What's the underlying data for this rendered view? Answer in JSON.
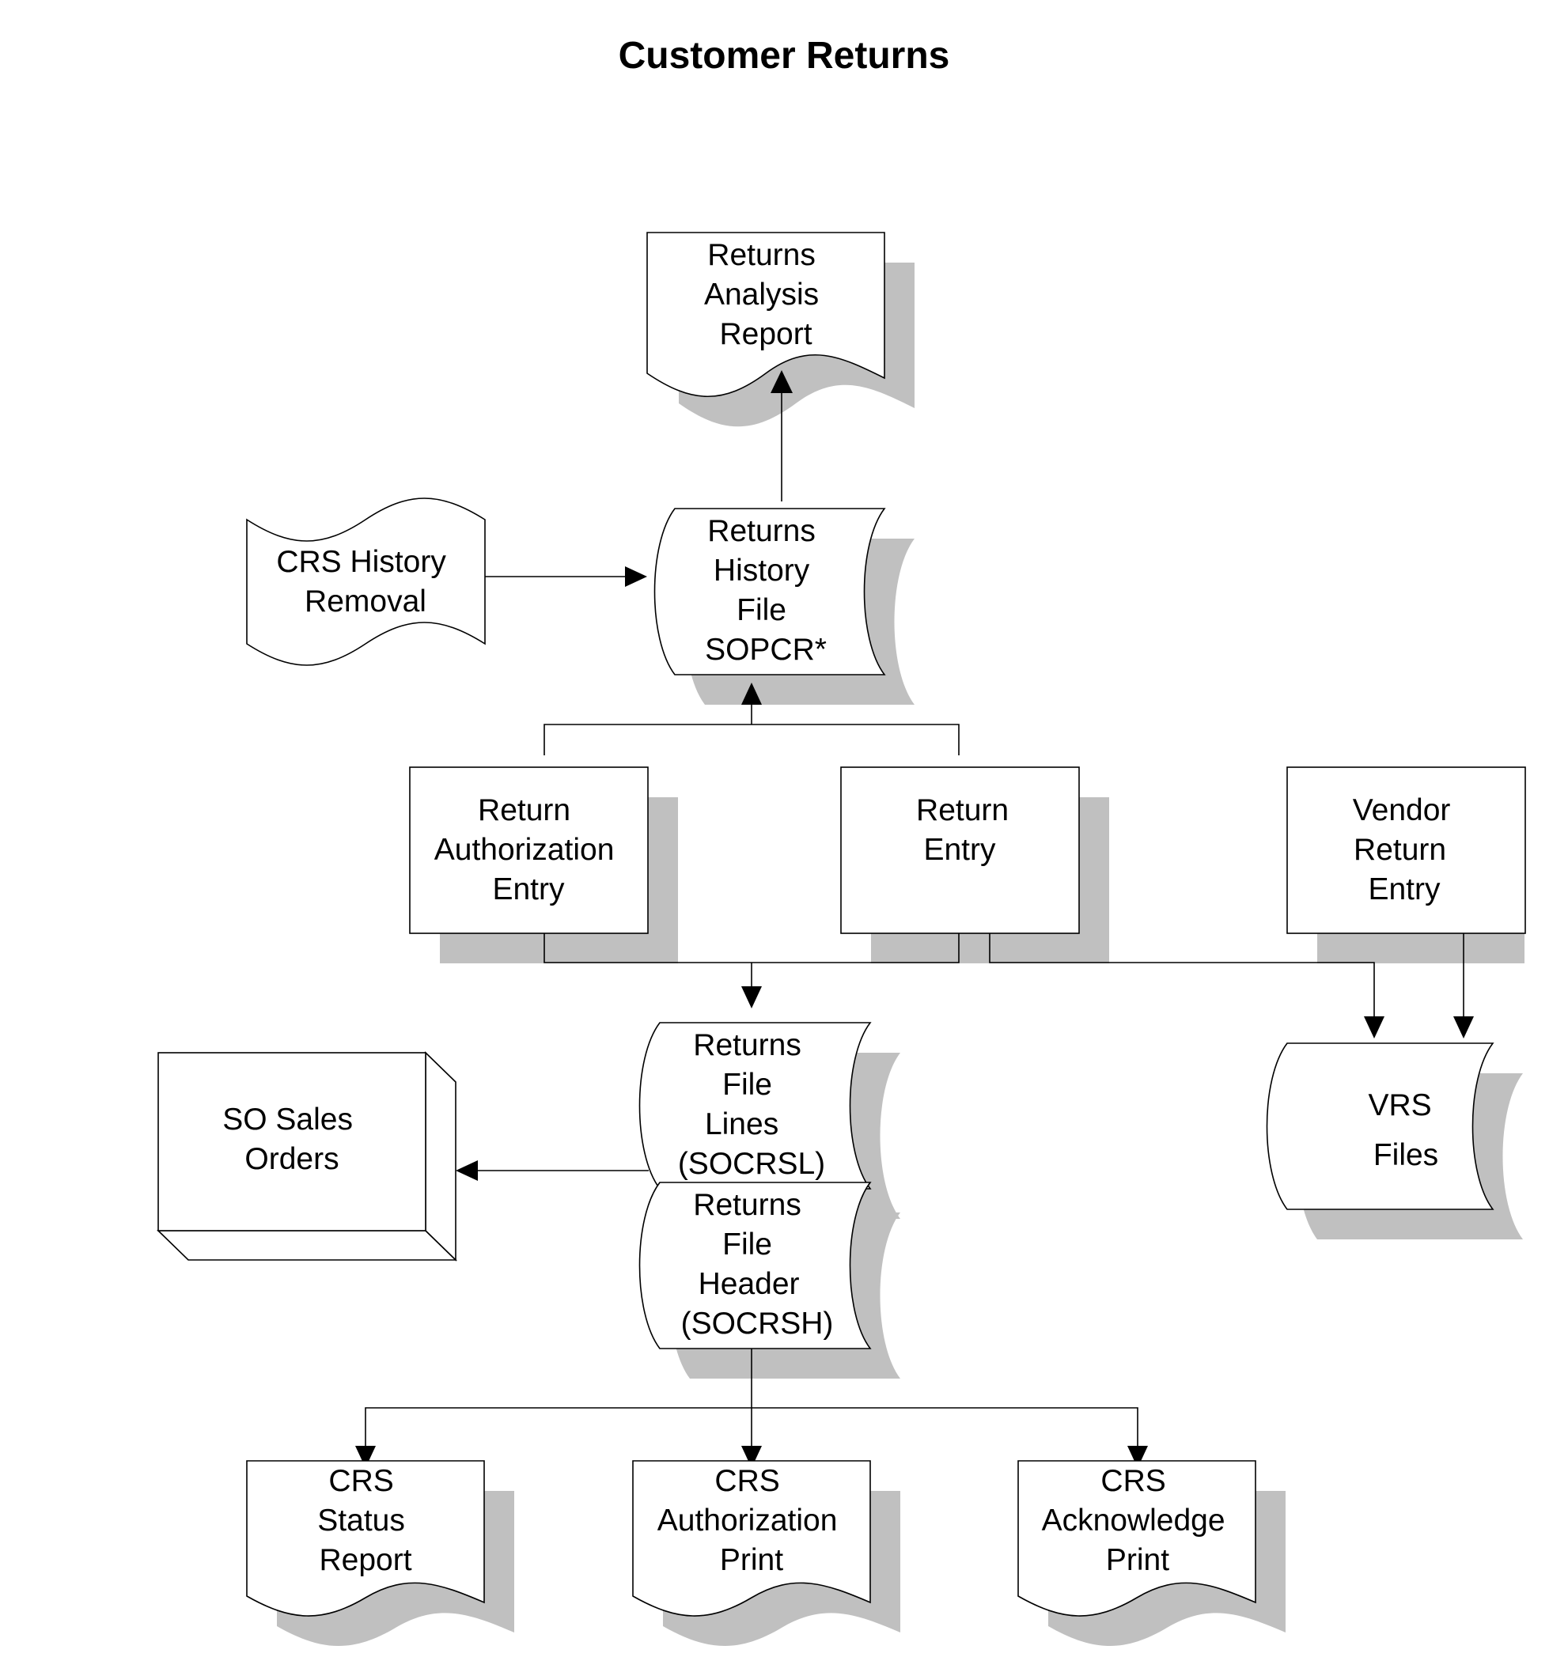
{
  "title": "Customer Returns",
  "nodes": {
    "returns_analysis_report": [
      "Returns",
      "Analysis",
      "Report"
    ],
    "crs_history_removal": [
      "CRS History",
      "Removal"
    ],
    "returns_history_file": [
      "Returns",
      "History",
      "File",
      "SOPCR*"
    ],
    "return_authorization_entry": [
      "Return",
      "Authorization",
      "Entry"
    ],
    "return_entry": [
      "Return",
      "Entry"
    ],
    "vendor_return_entry": [
      "Vendor",
      "Return",
      "Entry"
    ],
    "so_sales_orders": [
      "SO Sales",
      "Orders"
    ],
    "returns_file_lines": [
      "Returns",
      "File",
      "Lines",
      "(SOCRSL)"
    ],
    "returns_file_header": [
      "Returns",
      "File",
      "Header",
      "(SOCRSH)"
    ],
    "vrs_files": [
      "VRS",
      "Files"
    ],
    "crs_status_report": [
      "CRS",
      "Status",
      "Report"
    ],
    "crs_authorization_print": [
      "CRS",
      "Authorization",
      "Print"
    ],
    "crs_acknowledge_print": [
      "CRS",
      "Acknowledge",
      "Print"
    ]
  },
  "colors": {
    "shadow": "#c0c0c0",
    "stroke": "#000000",
    "fill": "#ffffff"
  }
}
